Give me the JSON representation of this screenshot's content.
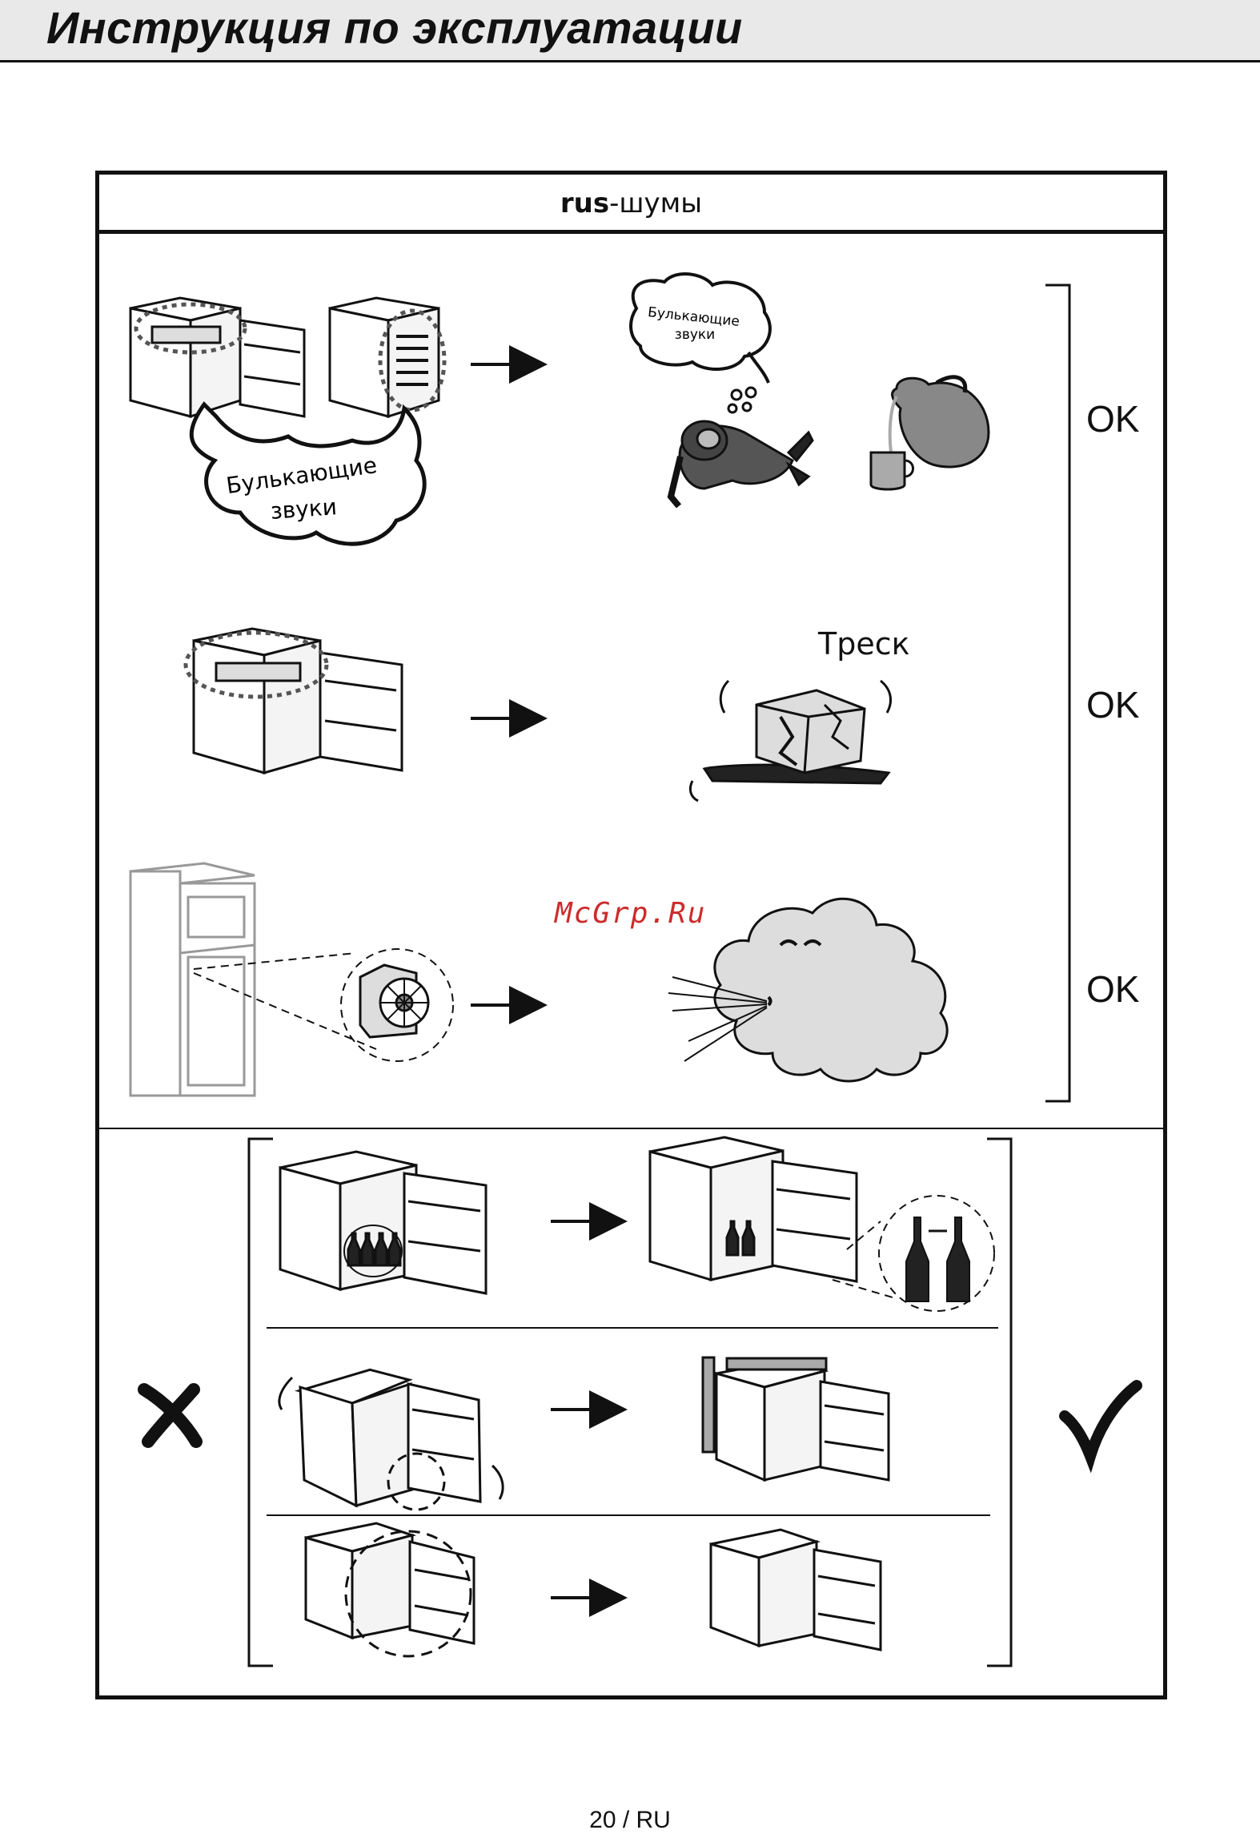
{
  "header": {
    "title": "Инструкция по эксплуатации"
  },
  "section": {
    "code": "rus",
    "separator": "-",
    "title": "шумы"
  },
  "bubbles": {
    "large": {
      "line1": "Булькающие",
      "line2": "звуки"
    },
    "small": {
      "line1": "Булькающие",
      "line2": "звуки"
    }
  },
  "labels": {
    "crack": "Треск",
    "watermark": "McGrp.Ru"
  },
  "status": {
    "row1": "OK",
    "row2": "OK",
    "row3": "OK"
  },
  "footer": {
    "page": "20 / RU"
  }
}
